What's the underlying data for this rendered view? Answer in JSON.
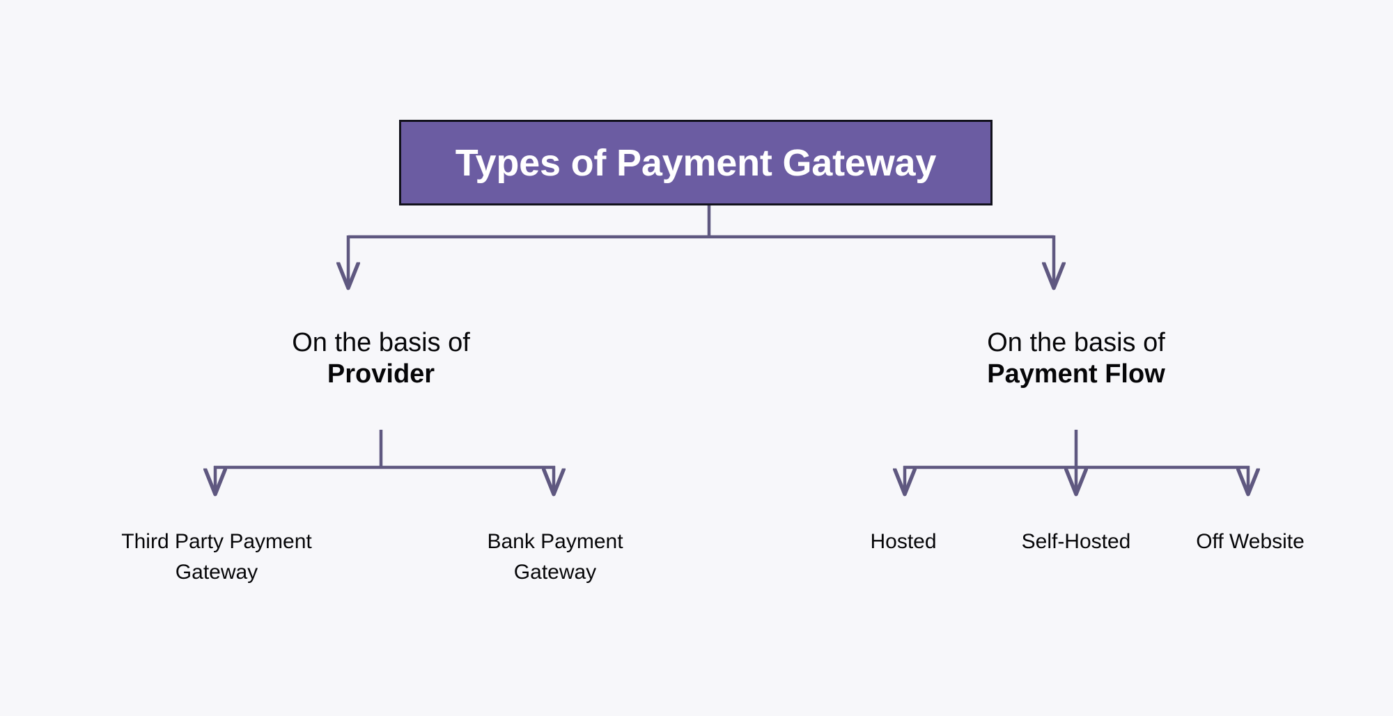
{
  "theme": {
    "background": "#f7f7fa",
    "node_fill": "#6b5ca2",
    "node_border": "#12121c",
    "node_text": "#ffffff",
    "connector": "#5f5880",
    "label_text": "#060608"
  },
  "diagram": {
    "type": "tree",
    "root": {
      "label": "Types of Payment Gateway"
    },
    "branches": [
      {
        "id": "provider",
        "lead": "On the basis of",
        "key": "Provider",
        "children": [
          {
            "id": "third-party",
            "label": "Third Party Payment Gateway"
          },
          {
            "id": "bank",
            "label": "Bank Payment Gateway"
          }
        ]
      },
      {
        "id": "payment-flow",
        "lead": "On the basis of",
        "key": "Payment Flow",
        "children": [
          {
            "id": "hosted",
            "label": "Hosted"
          },
          {
            "id": "self-hosted",
            "label": "Self-Hosted"
          },
          {
            "id": "off-website",
            "label": "Off Website"
          }
        ]
      }
    ]
  },
  "leaves": {
    "third_party_line1": "Third Party Payment",
    "third_party_line2": "Gateway",
    "bank_line1": "Bank Payment",
    "bank_line2": "Gateway",
    "hosted": "Hosted",
    "self_hosted": "Self-Hosted",
    "off_website": "Off Website"
  }
}
